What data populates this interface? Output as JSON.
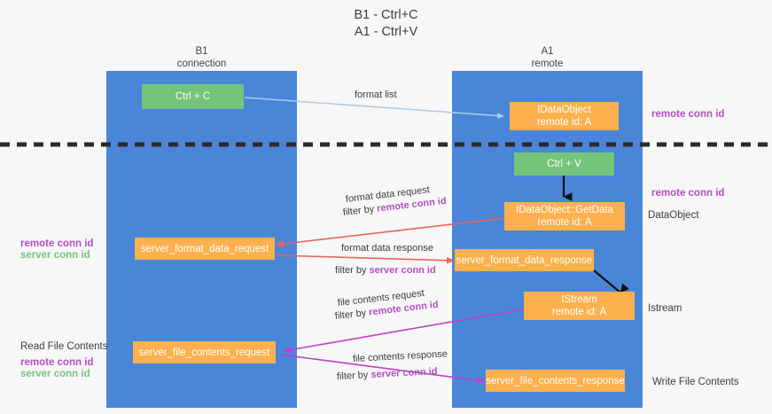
{
  "diagram": {
    "title_line1": "B1 - Ctrl+C",
    "title_line2": "A1 - Ctrl+V",
    "lanes": [
      {
        "name": "B1",
        "sub": "connection"
      },
      {
        "name": "A1",
        "sub": "remote"
      }
    ],
    "colors": {
      "lane": "#4a86d8",
      "green_box": "#74c47c",
      "orange_box": "#fcb04e",
      "purple_text": "#b24fc0",
      "green_text": "#74c47c",
      "red_arrow": "#e8635e",
      "magenta_arrow": "#c13fc9",
      "light_blue_arrow": "#a8cdea",
      "black_arrow": "#000000",
      "divider": "#2b2b2b",
      "background": "#f7f7f7"
    },
    "nodes": {
      "ctrl_c": "Ctrl + C",
      "ctrl_v": "Ctrl + V",
      "idataobject_line1": "IDataObject",
      "idataobject_line2": "remote id: A",
      "getdata_line1": "IDataObject::GetData",
      "getdata_line2": "remote id: A",
      "istream_line1": "IStream",
      "istream_line2": "remote id: A",
      "server_format_data_request": "server_format_data_request",
      "server_format_data_response": "server_format_data_response",
      "server_file_contents_request": "server_file_contents_request",
      "server_file_contents_response": "server_file_contents_response"
    },
    "edge_labels": {
      "format_list": "format list",
      "format_data_request": "format data request",
      "format_data_request_filter_prefix": "filter by ",
      "format_data_request_filter_key": "remote conn id",
      "format_data_response": "format data response",
      "format_data_response_filter_prefix": "filter by ",
      "format_data_response_filter_key": "server conn id",
      "file_contents_request": "file contents request",
      "file_contents_request_filter_prefix": "filter by ",
      "file_contents_request_filter_key": "remote conn id",
      "file_contents_response": "file contents response",
      "file_contents_response_filter_prefix": "filter by ",
      "file_contents_response_filter_key": "server conn id"
    },
    "right_annotations": {
      "remote_conn_id_top": "remote conn id",
      "remote_conn_id_mid": "remote conn id",
      "dataobject": "DataObject",
      "istream": "Istream",
      "write_file_contents": "Write File Contents"
    },
    "left_annotations": {
      "remote_conn_id_1": "remote conn id",
      "server_conn_id_1": "server conn id",
      "read_file_contents": "Read File Contents",
      "remote_conn_id_2": "remote conn id",
      "server_conn_id_2": "server conn id"
    }
  }
}
